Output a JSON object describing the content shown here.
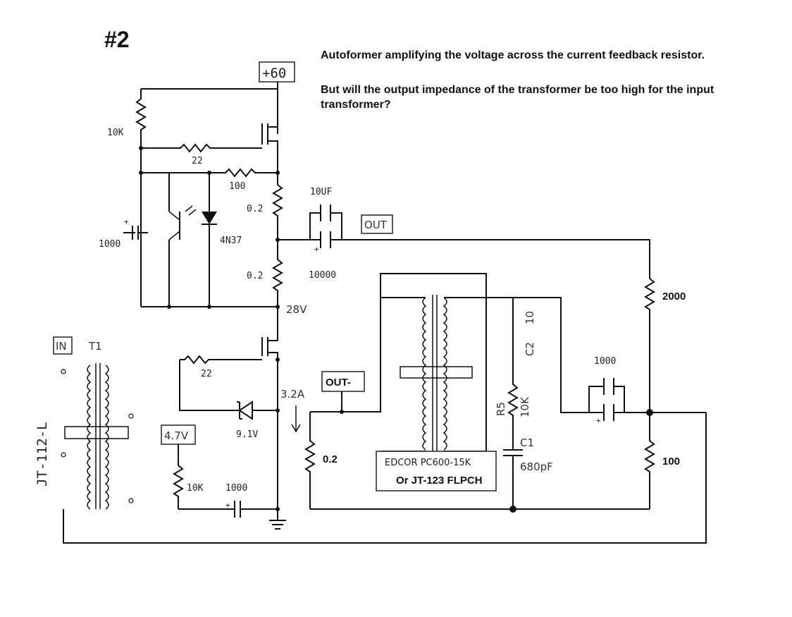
{
  "title": "#2",
  "notes": [
    "Autoformer amplifying the voltage across the current feedback resistor.",
    "But will the output impedance of the transformer be too high for the input transformer?"
  ],
  "labels": {
    "supply": "+60",
    "r_top": "10K",
    "r22_top": "22",
    "r100": "100",
    "r02_a": "0.2",
    "r02_b": "0.2",
    "opto": "4N37",
    "c1000_left": "1000",
    "cap_10uf": "10UF",
    "cap_10000": "10000",
    "out": "OUT",
    "v28": "28V",
    "r2000": "2000",
    "in": "IN",
    "t1": "T1",
    "jt112": "JT-112-L",
    "r22_bottom": "22",
    "i32": "3.2A",
    "out_minus": "OUT-",
    "zener_v": "9.1V",
    "ref_v": "4.7V",
    "r10k_bottom": "10K",
    "c1000_bottom": "1000",
    "r02_sense": "0.2",
    "xfmr_name": "EDCOR PC600-15K",
    "xfmr_alt": "Or JT-123 FLPCH",
    "c2": "C2",
    "c2_val": "10",
    "r5": "R5",
    "r5_val": "10K",
    "c1": "C1",
    "c1_val": "680pF",
    "c1000_right": "1000",
    "r100_right": "100"
  }
}
